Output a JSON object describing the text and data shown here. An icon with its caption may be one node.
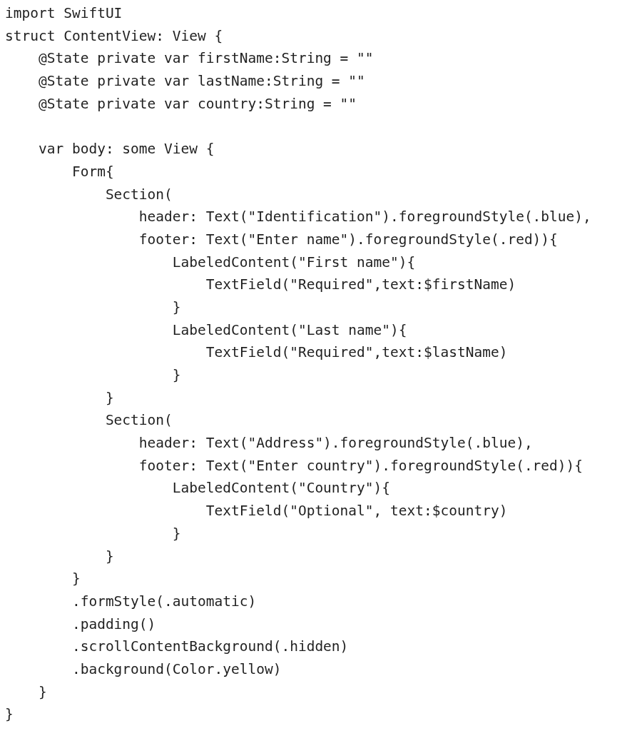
{
  "diagram": {
    "labels": [
      "import SwiftUI",
      "struct ContentView: View {",
      "    @State private var firstName:String = \"\"",
      "    @State private var lastName:String = \"\"",
      "    @State private var country:String = \"\"",
      "    var body: some View {",
      "        Form{",
      "            Section(",
      "                header: Text(\"Identification\").foregroundStyle(.blue),",
      "                footer: Text(\"Enter name\").foregroundStyle(.red)){",
      "                    LabeledContent(\"First name\"){",
      "                        TextField(\"Required\",text:$firstName)",
      "                    }",
      "                    LabeledContent(\"Last name\"){",
      "                        TextField(\"Required\",text:$lastName)",
      "                    }",
      "            }",
      "            Section(",
      "                header: Text(\"Address\").foregroundStyle(.blue),",
      "                footer: Text(\"Enter country\").foregroundStyle(.red)){",
      "                    LabeledContent(\"Country\"){",
      "                        TextField(\"Optional\", text:$country)",
      "                    }",
      "            }",
      "        }",
      "        .formStyle(.automatic)",
      "        .padding()",
      "        .scrollContentBackground(.hidden)",
      "        .background(Color.yellow)",
      "    }",
      "}"
    ]
  }
}
